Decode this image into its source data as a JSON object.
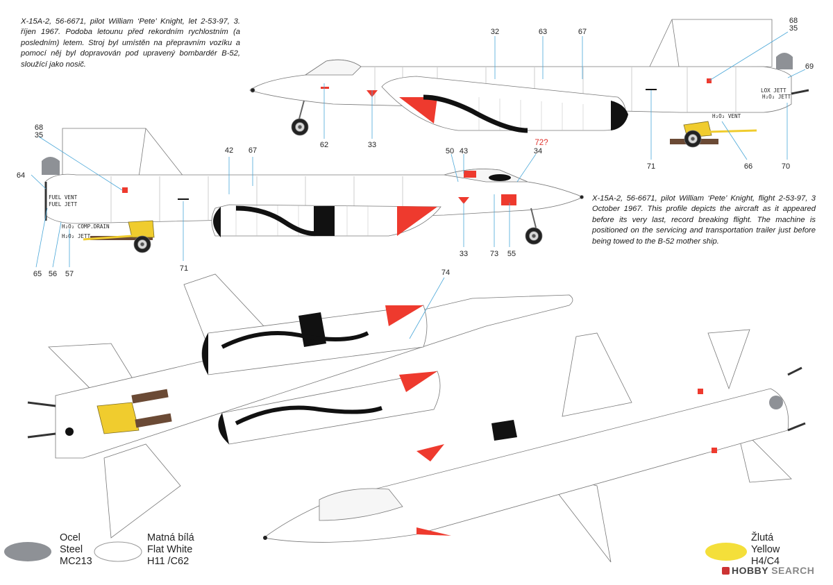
{
  "captions": {
    "czech": "X-15A-2, 56-6671, pilot William ‘Pete’ Knight, let 2-53-97, 3. říjen 1967. Podoba letounu před rekordním rychlostním (a posledním) letem. Stroj byl umístěn na přepravním vozíku a pomocí něj byl dopravován pod upravený bombardér B-52, sloužící jako nosič.",
    "english": "X-15A-2, 56-6671, pilot William ‘Pete’ Knight, flight 2-53-97, 3 October 1967. This profile depicts the aircraft as it appeared before its very last, record breaking flight. The machine is positioned on the servicing and transportation trailer just before being towed to the B-52 mother ship."
  },
  "callouts": {
    "top_profile": [
      "32",
      "63",
      "67",
      "68",
      "35",
      "69",
      "62",
      "33",
      "71",
      "66",
      "70"
    ],
    "second_profile": [
      "68",
      "35",
      "64",
      "42",
      "67",
      "50",
      "43",
      "72?",
      "34",
      "65",
      "56",
      "57",
      "71",
      "33",
      "73",
      "55"
    ],
    "underside": [
      "74"
    ]
  },
  "stencils": {
    "lox_jett": "LOX JETT",
    "h2o2_jett": "H₂O₂ JETT",
    "h2o2_vent": "H₂O₂ VENT",
    "fuel_vent": "FUEL VENT",
    "fuel_jett": "FUEL JETT",
    "h2o2_comp_drain": "H₂O₂ COMP.DRAIN"
  },
  "legend": [
    {
      "czech": "Ocel",
      "english": "Steel",
      "code": "MC213",
      "color": "#8e9196"
    },
    {
      "czech": "Matná bílá",
      "english": "Flat White",
      "code": "H11 /C62",
      "color": "#ffffff"
    },
    {
      "czech": "Žlutá",
      "english": "Yellow",
      "code": "H4/C4",
      "color": "#f4df3a"
    }
  ],
  "colors": {
    "red": "#ee3a2e",
    "black": "#111111",
    "brown": "#6b4a35",
    "yellow": "#f0cc2e",
    "steel": "#8e9196"
  },
  "watermark": {
    "logo_icon": "hobby-search-logo-icon",
    "part1": "HOBBY",
    "part2": "SEARCH"
  }
}
